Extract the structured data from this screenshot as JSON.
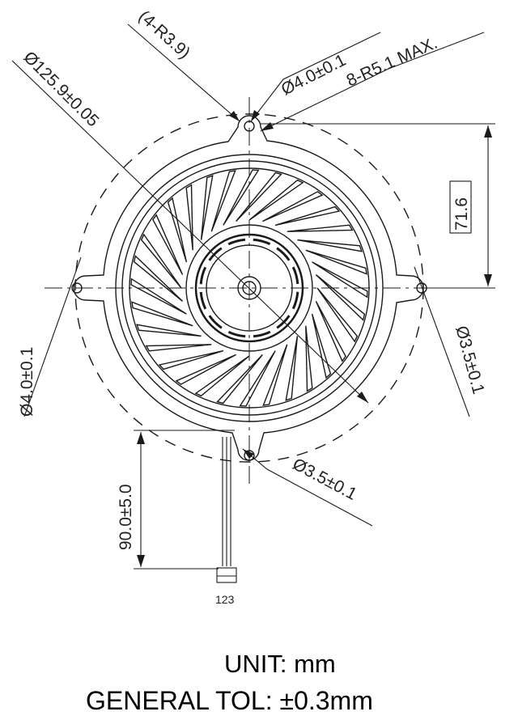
{
  "drawing": {
    "dimensions": {
      "hole_corner_radius": "(4-R3.9)",
      "top_hole_dia": "Ø4.0±0.1",
      "mount_radius_max": "8-R5.1 MAX.",
      "outer_dia": "Ø125.9±0.05",
      "height_71": "71.6",
      "left_hole_dia": "Ø4.0±0.1",
      "right_hole_dia": "Ø3.5±0.1",
      "bottom_hole_dia": "Ø3.5±0.1",
      "cable_length": "90.0±5.0",
      "connector_pins": "123"
    },
    "notes": {
      "unit": "UNIT: mm",
      "general_tolerance": "GENERAL TOL: ±0.3mm"
    },
    "colors": {
      "line": "#1a1a1a",
      "background": "#ffffff"
    }
  }
}
